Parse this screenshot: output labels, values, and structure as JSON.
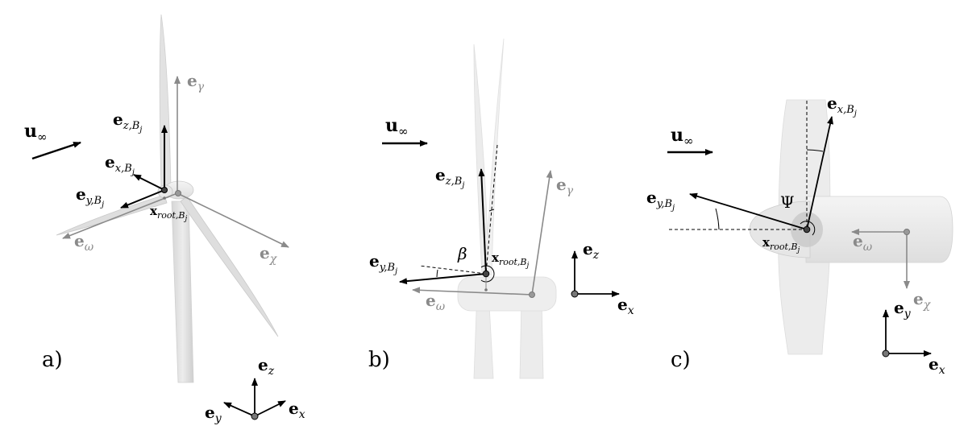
{
  "panels": {
    "a": {
      "label": "a)"
    },
    "b": {
      "label": "b)"
    },
    "c": {
      "label": "c)"
    }
  },
  "symbols": {
    "u_inf_base": "u",
    "u_inf_sub": "∞",
    "e": "e",
    "ez_B_sub": "z,B",
    "ex_B_sub": "x,B",
    "ey_B_sub": "y,B",
    "j": "j",
    "x_root_base": "x",
    "x_root_sub": "root,B",
    "gamma": "γ",
    "omega": "ω",
    "chi": "χ",
    "x": "x",
    "y": "y",
    "z": "z",
    "beta": "β",
    "psi": "Ψ"
  },
  "colors": {
    "black": "#000000",
    "gray_vec": "#8a8a8a",
    "turbine": "#e4e4e4",
    "turbine_edge": "#c8c8c8"
  }
}
